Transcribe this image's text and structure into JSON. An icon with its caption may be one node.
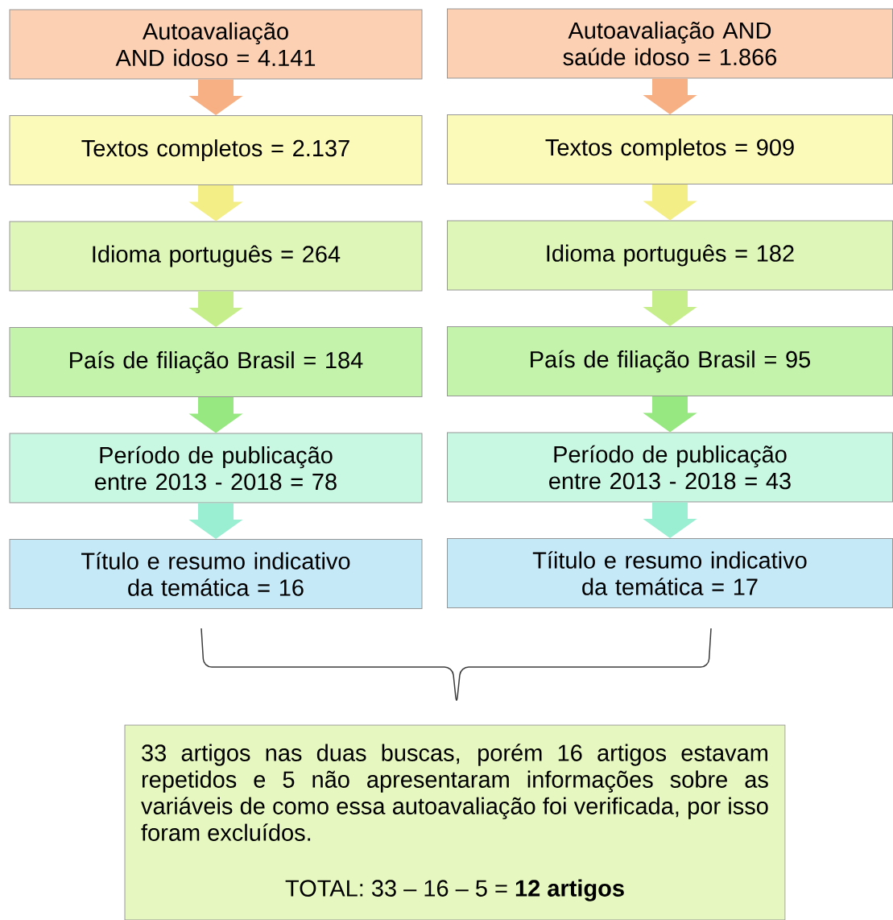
{
  "diagram": {
    "nodes": [
      {
        "text": [
          "Autoavaliação AND idoso = 4.141"
        ]
      },
      {
        "text": [
          "Textos completos = 2.137"
        ]
      },
      {
        "text": [
          "Idioma português = 264"
        ]
      },
      {
        "text": [
          "País de filiação Brasil = 184"
        ]
      },
      {
        "text": [
          "Período de publicação entre 2013 - 2018 = 78"
        ]
      },
      {
        "text": [
          "Título e resumo indicativo da temática = 16"
        ]
      },
      {
        "text": [
          "Autoavaliação AND saúde idoso = 1.866"
        ]
      },
      {
        "text": [
          "Textos completos = 909"
        ]
      },
      {
        "text": [
          "Idioma português = 182"
        ]
      },
      {
        "text": [
          "País de filiação Brasil = 95"
        ]
      },
      {
        "text": [
          "Período de publicação entre 2013 - 2018 = 43"
        ]
      },
      {
        "text": [
          "Tíitulo e resumo indicativo da temática = 17"
        ]
      },
      {
        "text": [
          "33 artigos nas duas buscas, porém 16 artigos estavam repetidos e 5 não apresentaram informações sobre as variáveis de como essa autoavaliação foi verificada, por isso foram excluídos.",
          "TOTAL: 33 – 16 – 5 = **12 artigos**"
        ]
      }
    ],
    "edges": [
      {
        "from": 0,
        "to": 1,
        "arrow": "to",
        "color": "#f7b083"
      },
      {
        "from": 1,
        "to": 2,
        "arrow": "to",
        "color": "#f3ee86"
      },
      {
        "from": 2,
        "to": 3,
        "arrow": "to",
        "color": "#c6ef8c"
      },
      {
        "from": 3,
        "to": 4,
        "arrow": "to",
        "color": "#98e882"
      },
      {
        "from": 4,
        "to": 5,
        "arrow": "to",
        "color": "#9aeed2"
      },
      {
        "from": 6,
        "to": 7,
        "arrow": "to",
        "color": "#f7b083"
      },
      {
        "from": 7,
        "to": 8,
        "arrow": "to",
        "color": "#f3ee86"
      },
      {
        "from": 8,
        "to": 9,
        "arrow": "to",
        "color": "#c6ef8c"
      },
      {
        "from": 9,
        "to": 10,
        "arrow": "to",
        "color": "#98e882"
      },
      {
        "from": 10,
        "to": 11,
        "arrow": "to",
        "color": "#9aeed2"
      }
    ]
  }
}
